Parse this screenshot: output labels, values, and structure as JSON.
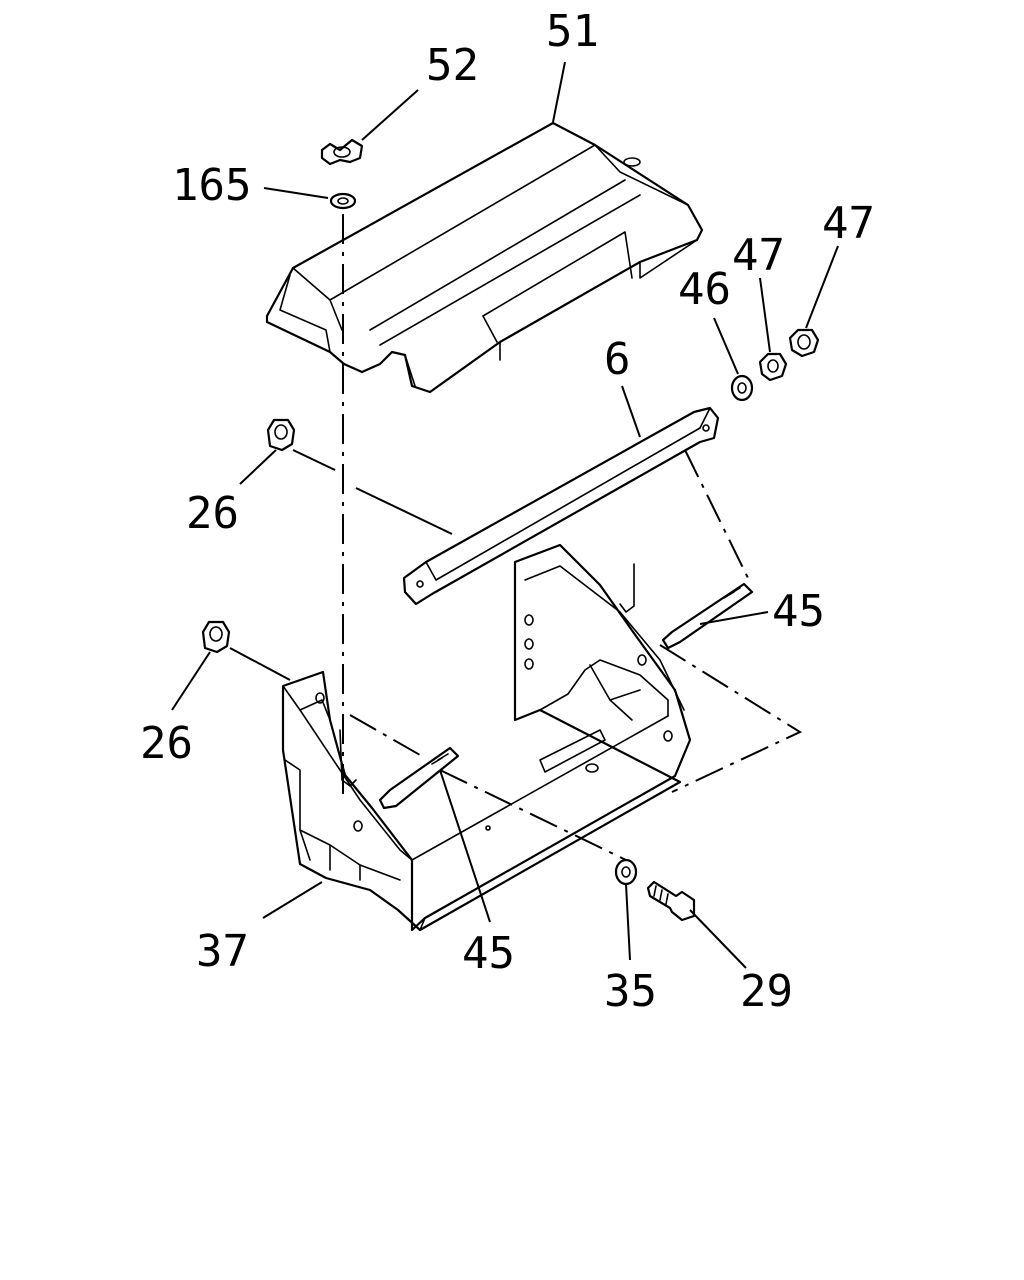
{
  "callouts": {
    "c51": "51",
    "c52": "52",
    "c165": "165",
    "c47a": "47",
    "c47b": "47",
    "c46": "46",
    "c6": "6",
    "c26a": "26",
    "c26b": "26",
    "c45a": "45",
    "c45b": "45",
    "c37": "37",
    "c35": "35",
    "c29": "29"
  }
}
